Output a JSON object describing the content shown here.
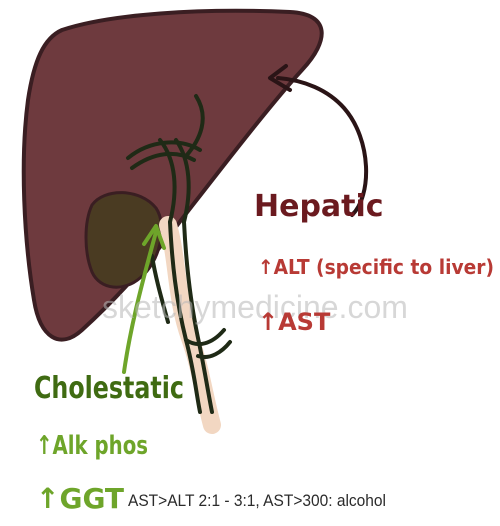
{
  "colors": {
    "liver_fill": "#6e3a3e",
    "liver_outline": "#3a1e22",
    "gallbladder": "#4a3b22",
    "ducts": "#1f2a16",
    "duct_glow": "#f2d7c2",
    "hepatic_text": "#6b1a1f",
    "hepatic_lab": "#b83a35",
    "cholestatic_text": "#3f6b12",
    "cholestatic_lab": "#6ea52a",
    "arrow_dark": "#2a1416",
    "note_text": "#2b2b2b",
    "watermark": "#b8b8b8"
  },
  "watermark": {
    "text": "sketchymedicine.com"
  },
  "hepatic": {
    "title": "Hepatic",
    "lab1": "↑ALT (specific to liver)",
    "lab2": "↑AST"
  },
  "cholestatic": {
    "title": "Cholestatic",
    "lab1": "↑Alk phos",
    "lab2": "↑GGT"
  },
  "note": {
    "text": "AST>ALT 2:1 - 3:1, AST>300: alcohol"
  },
  "icons": [
    "liver-illustration",
    "gallbladder",
    "bile-duct",
    "curved-arrow",
    "up-arrow"
  ]
}
